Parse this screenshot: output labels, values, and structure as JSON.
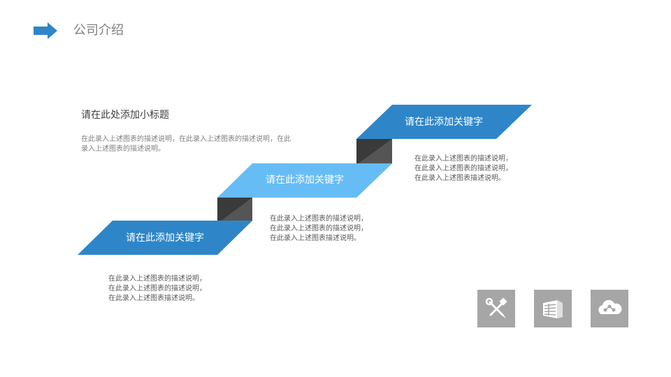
{
  "page_title": "公司介绍",
  "subtitle": "请在此处添加小标题",
  "intro_text": "在此录入上述图表的描述说明，在此录入上述图表的描述说明，在此录入上述图表的描述说明。",
  "colors": {
    "accent_dark": "#2e86c8",
    "accent_light": "#66bdf5",
    "riser_dark": "#3a3a3a",
    "riser_mid": "#555555",
    "icon_bg": "#a6a6a6"
  },
  "steps": [
    {
      "label": "请在此添加关键字",
      "description": "在此录入上述图表的描述说明，在此录入上述图表的描述说明，在此录入上述图表描述说明。"
    },
    {
      "label": "请在此添加关键字",
      "description": "在此录入上述图表的描述说明，在此录入上述图表的描述说明，在此录入上述图表描述说明。"
    },
    {
      "label": "请在此添加关键字",
      "description": "在此录入上述图表的描述说明，在此录入上述图表的描述说明，在此录入上述图表描述说明。"
    }
  ],
  "icons": [
    "tools-icon",
    "building-icon",
    "cloud-network-icon"
  ]
}
